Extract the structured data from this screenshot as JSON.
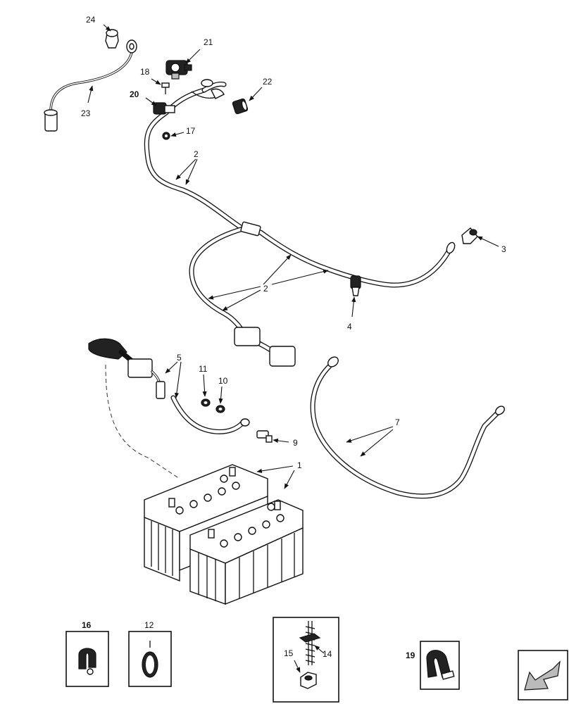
{
  "callouts": {
    "c1": "1",
    "c2": "2",
    "c3": "3",
    "c4": "4",
    "c5": "5",
    "c7": "7",
    "c9": "9",
    "c10": "10",
    "c11": "11",
    "c12": "12",
    "c14": "14",
    "c15": "15",
    "c16": "16",
    "c17": "17",
    "c18": "18",
    "c19": "19",
    "c20": "20",
    "c21": "21",
    "c22": "22",
    "c23": "23",
    "c24": "24"
  },
  "nav": {
    "icon": "arrow-left-down-icon"
  }
}
